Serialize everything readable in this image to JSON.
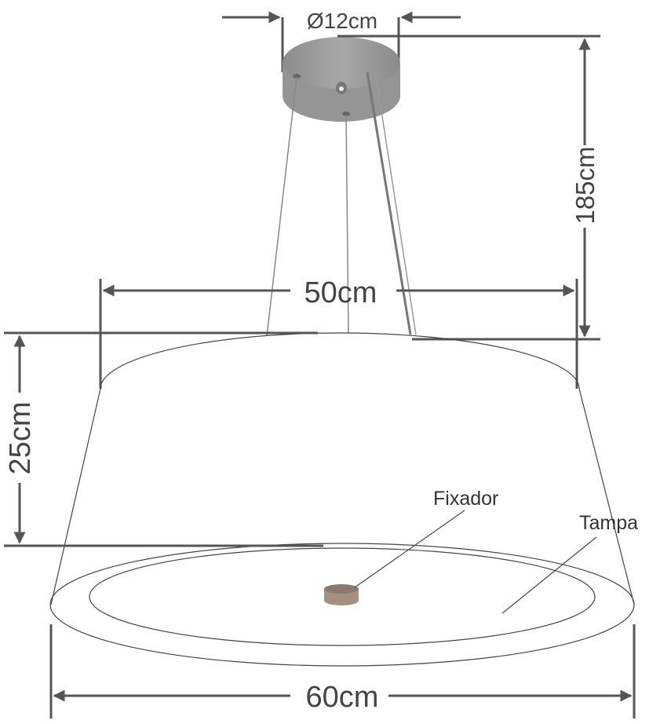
{
  "dimensions": {
    "canopy_diameter": "Ø12cm",
    "cable_length": "185cm",
    "top_diameter": "50cm",
    "height": "25cm",
    "bottom_diameter": "60cm"
  },
  "annotations": {
    "fixador": "Fixador",
    "tampa": "Tampa"
  },
  "colors": {
    "dimension_line": "#555555",
    "canopy": "#9a9a9a"
  }
}
